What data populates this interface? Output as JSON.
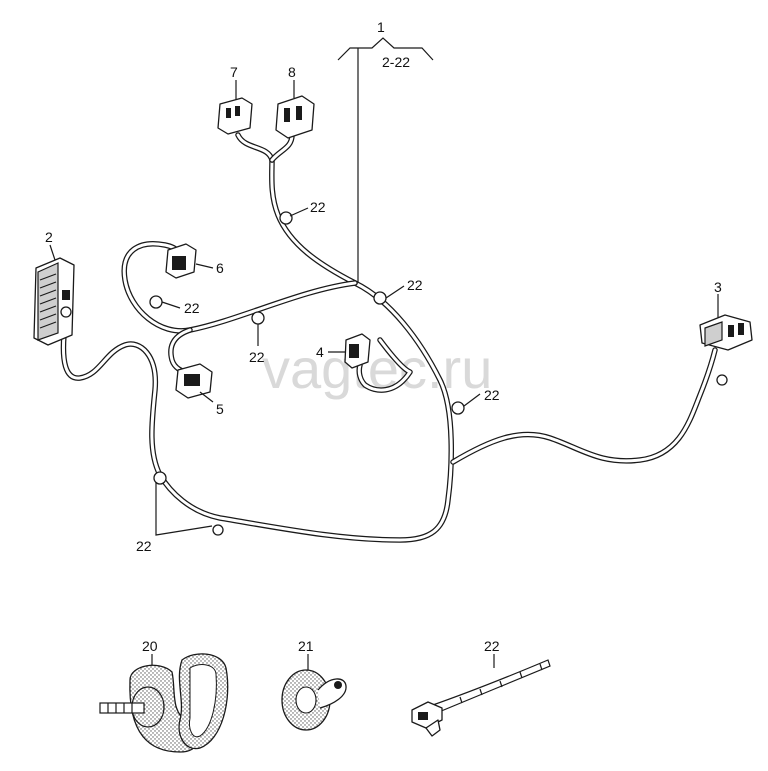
{
  "watermark": "vagtec.ru",
  "callouts": {
    "c1": "1",
    "c1_range": "2-22",
    "c2": "2",
    "c3": "3",
    "c4": "4",
    "c5": "5",
    "c6": "6",
    "c7": "7",
    "c8": "8",
    "c20": "20",
    "c21": "21",
    "c22a": "22",
    "c22b": "22",
    "c22c": "22",
    "c22d": "22",
    "c22e": "22",
    "c22f": "22",
    "c22g": "22"
  },
  "colors": {
    "line": "#1a1a1a",
    "background": "#ffffff",
    "watermark": "#d9d9d9"
  }
}
